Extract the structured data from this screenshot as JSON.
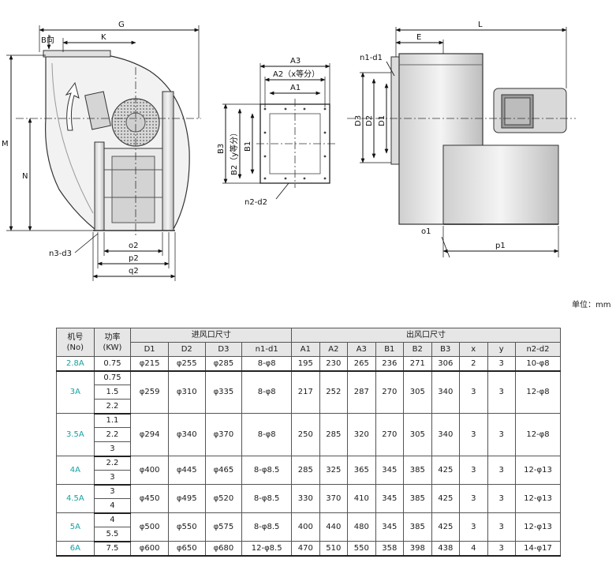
{
  "drawing": {
    "labels": {
      "G": "G",
      "B_dir": "B向",
      "K": "K",
      "M": "M",
      "N": "N",
      "n3d3": "n3-d3",
      "o2": "o2",
      "p2": "p2",
      "q2": "q2",
      "A3": "A3",
      "A2": "A2（x等分）",
      "A1": "A1",
      "B3": "B3",
      "B2": "B2（y等分）",
      "B1": "B1",
      "n2d2": "n2-d2",
      "E": "E",
      "L": "L",
      "n1d1": "n1-d1",
      "D3": "D3",
      "D2": "D2",
      "D1": "D1",
      "o1": "o1",
      "p1": "p1"
    }
  },
  "unit": "单位：mm",
  "table": {
    "header": {
      "model": "机号",
      "model_sub": "(No)",
      "power": "功率",
      "power_sub": "(KW)",
      "inlet_group": "进风口尺寸",
      "outlet_group": "出风口尺寸",
      "inlet_cols": [
        "D1",
        "D2",
        "D3",
        "n1-d1"
      ],
      "outlet_cols": [
        "A1",
        "A2",
        "A3",
        "B1",
        "B2",
        "B3",
        "x",
        "y",
        "n2-d2"
      ]
    },
    "rows": [
      {
        "model": "2.8A",
        "powers": [
          "0.75"
        ],
        "D1": "φ215",
        "D2": "φ255",
        "D3": "φ285",
        "n1d1": "8-φ8",
        "A1": "195",
        "A2": "230",
        "A3": "265",
        "B1": "236",
        "B2": "271",
        "B3": "306",
        "x": "2",
        "y": "3",
        "n2d2": "10-φ8"
      },
      {
        "model": "3A",
        "powers": [
          "0.75",
          "1.5",
          "2.2"
        ],
        "D1": "φ259",
        "D2": "φ310",
        "D3": "φ335",
        "n1d1": "8-φ8",
        "A1": "217",
        "A2": "252",
        "A3": "287",
        "B1": "270",
        "B2": "305",
        "B3": "340",
        "x": "3",
        "y": "3",
        "n2d2": "12-φ8"
      },
      {
        "model": "3.5A",
        "powers": [
          "1.1",
          "2.2",
          "3"
        ],
        "D1": "φ294",
        "D2": "φ340",
        "D3": "φ370",
        "n1d1": "8-φ8",
        "A1": "250",
        "A2": "285",
        "A3": "320",
        "B1": "270",
        "B2": "305",
        "B3": "340",
        "x": "3",
        "y": "3",
        "n2d2": "12-φ8"
      },
      {
        "model": "4A",
        "powers": [
          "2.2",
          "3"
        ],
        "D1": "φ400",
        "D2": "φ445",
        "D3": "φ465",
        "n1d1": "8-φ8.5",
        "A1": "285",
        "A2": "325",
        "A3": "365",
        "B1": "345",
        "B2": "385",
        "B3": "425",
        "x": "3",
        "y": "3",
        "n2d2": "12-φ13"
      },
      {
        "model": "4.5A",
        "powers": [
          "3",
          "4"
        ],
        "D1": "φ450",
        "D2": "φ495",
        "D3": "φ520",
        "n1d1": "8-φ8.5",
        "A1": "330",
        "A2": "370",
        "A3": "410",
        "B1": "345",
        "B2": "385",
        "B3": "425",
        "x": "3",
        "y": "3",
        "n2d2": "12-φ13"
      },
      {
        "model": "5A",
        "powers": [
          "4",
          "5.5"
        ],
        "D1": "φ500",
        "D2": "φ550",
        "D3": "φ575",
        "n1d1": "8-φ8.5",
        "A1": "400",
        "A2": "440",
        "A3": "480",
        "B1": "345",
        "B2": "385",
        "B3": "425",
        "x": "3",
        "y": "3",
        "n2d2": "12-φ13"
      },
      {
        "model": "6A",
        "powers": [
          "7.5"
        ],
        "D1": "φ600",
        "D2": "φ650",
        "D3": "φ680",
        "n1d1": "12-φ8.5",
        "A1": "470",
        "A2": "510",
        "A3": "550",
        "B1": "358",
        "B2": "398",
        "B3": "438",
        "x": "4",
        "y": "3",
        "n2d2": "14-φ17"
      }
    ]
  }
}
